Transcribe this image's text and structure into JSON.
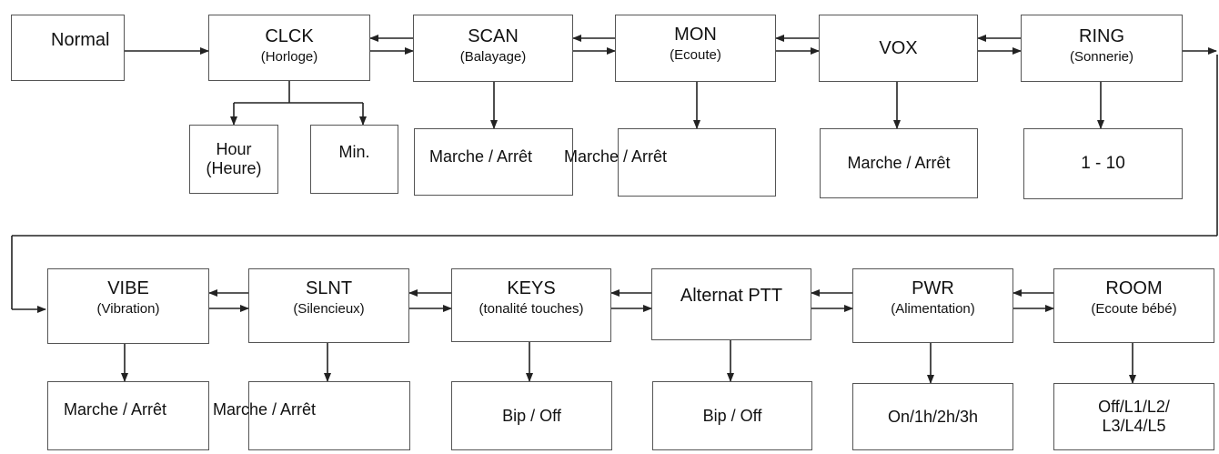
{
  "row1": {
    "normal": "Normal",
    "clck": {
      "title": "CLCK",
      "sub": "(Horloge)"
    },
    "scan": {
      "title": "SCAN",
      "sub": "(Balayage)"
    },
    "mon": {
      "title": "MON",
      "sub": "(Ecoute)"
    },
    "vox": {
      "title": "VOX"
    },
    "ring": {
      "title": "RING",
      "sub": "(Sonnerie)"
    }
  },
  "row1_values": {
    "hour_line1": "Hour",
    "hour_line2": "(Heure)",
    "min": "Min.",
    "scan_val": "Marche / Arrêt",
    "mon_val": "Marche / Arrêt",
    "vox_val": "Marche / Arrêt",
    "ring_val": "1 - 10"
  },
  "row2": {
    "vibe": {
      "title": "VIBE",
      "sub": "(Vibration)"
    },
    "slnt": {
      "title": "SLNT",
      "sub": "(Silencieux)"
    },
    "keys": {
      "title": "KEYS",
      "sub": "(tonalité touches)"
    },
    "ptt": {
      "title": "Alternat PTT"
    },
    "pwr": {
      "title": "PWR",
      "sub": "(Alimentation)"
    },
    "room": {
      "title": "ROOM",
      "sub": "(Ecoute bébé)"
    }
  },
  "row2_values": {
    "vibe_val": "Marche / Arrêt",
    "slnt_val": "Marche / Arrêt",
    "keys_val": "Bip / Off",
    "ptt_val": "Bip / Off",
    "pwr_val": "On/1h/2h/3h",
    "room_line1": "Off/L1/L2/",
    "room_line2": "L3/L4/L5"
  }
}
